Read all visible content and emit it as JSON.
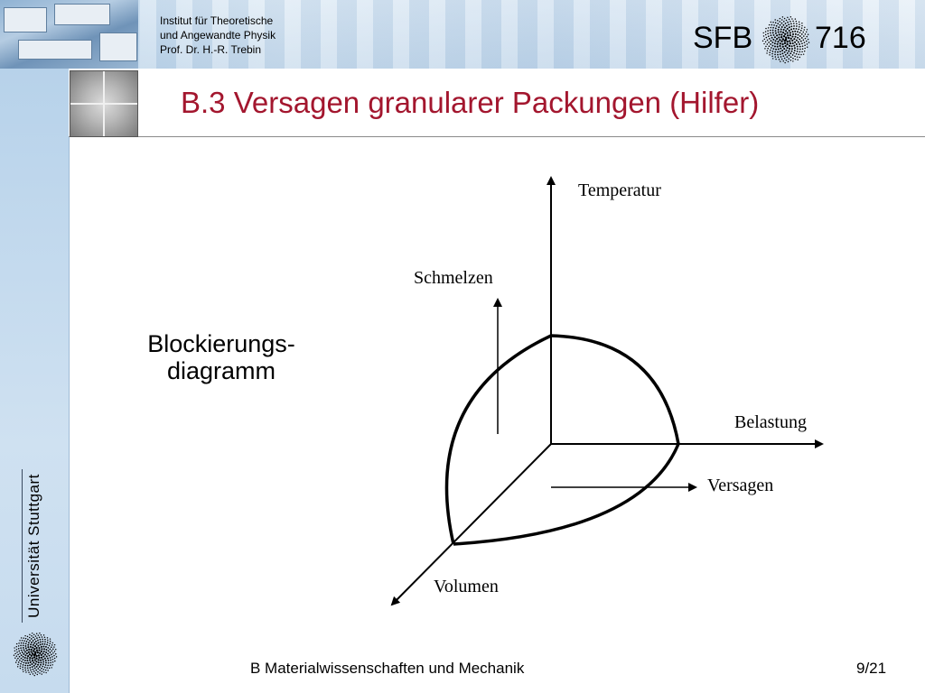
{
  "header": {
    "institute_lines": [
      "Institut für Theoretische",
      "und Angewandte Physik",
      "Prof. Dr. H.-R. Trebin"
    ],
    "sfb_left": "SFB",
    "sfb_right": "716"
  },
  "slide": {
    "title": "B.3 Versagen granularer Packungen (Hilfer)",
    "diagram_label_lines": [
      "Blockierungs-",
      "diagramm"
    ]
  },
  "diagram": {
    "labels": {
      "temperatur": "Temperatur",
      "schmelzen": "Schmelzen",
      "belastung": "Belastung",
      "versagen": "Versagen",
      "volumen": "Volumen"
    }
  },
  "sidebar": {
    "university": "Universität Stuttgart"
  },
  "footer": {
    "section": "B Materialwissenschaften und Mechanik",
    "page": "9/21"
  },
  "colors": {
    "title": "#a3162e",
    "header_blue": "#c9dcee"
  }
}
